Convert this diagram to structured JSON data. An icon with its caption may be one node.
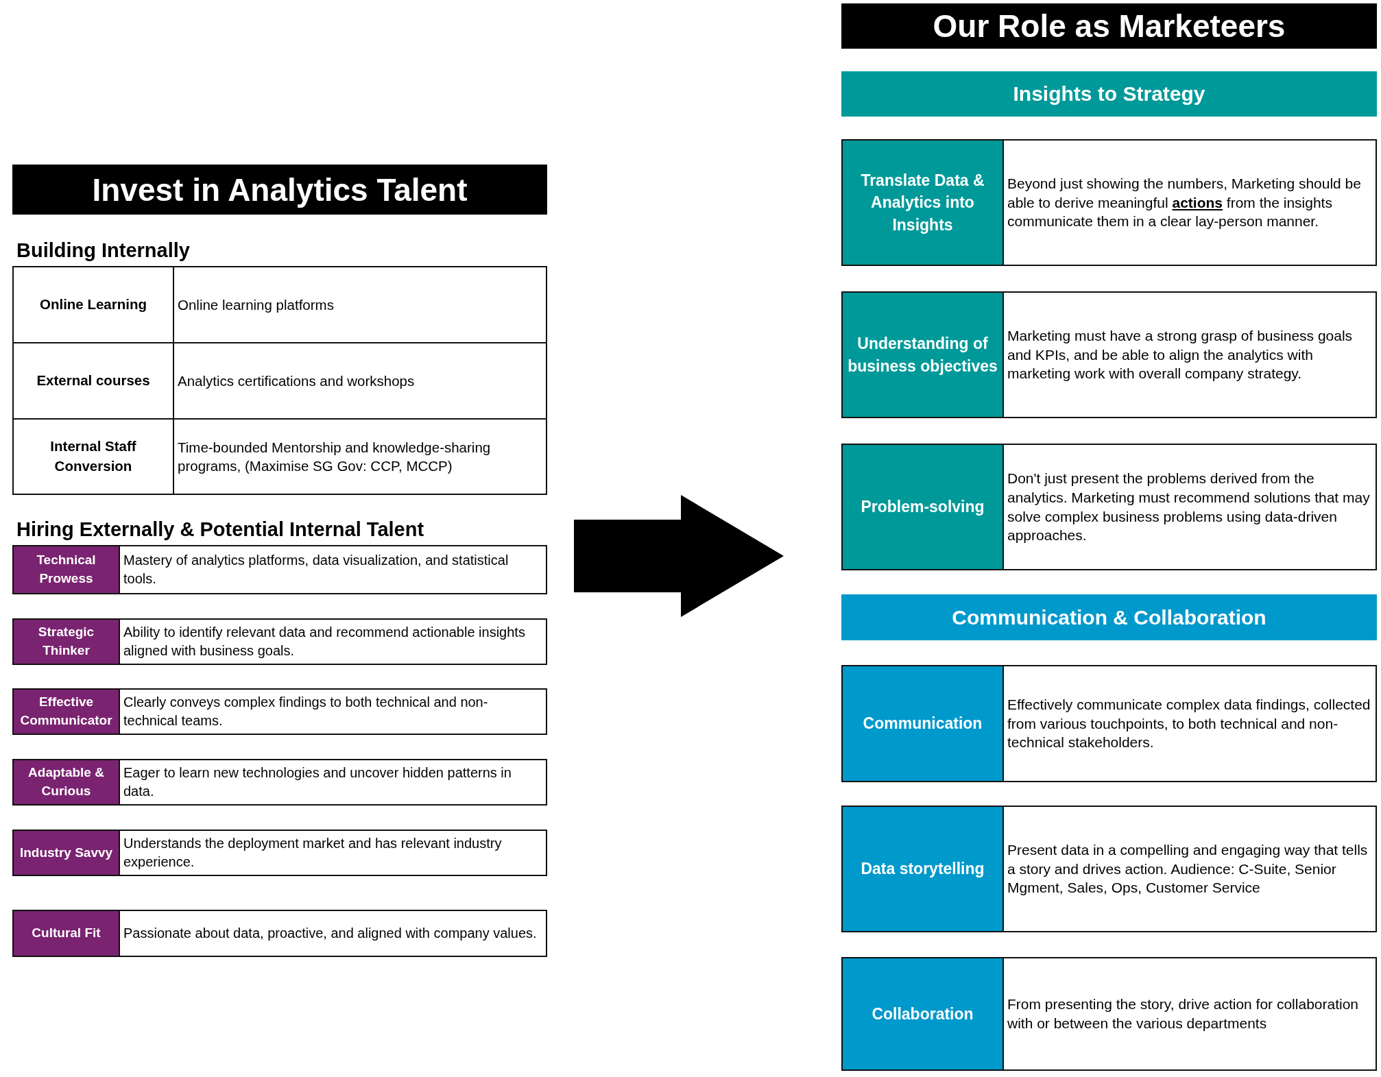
{
  "diagram": {
    "nodes": [
      {
        "text": [
          "Invest in Analytics Talent"
        ]
      },
      {
        "text": [
          "Online Learning",
          "Online learning platforms"
        ]
      },
      {
        "text": [
          "External courses",
          "Analytics certifications and workshops"
        ]
      },
      {
        "text": [
          "Internal Staff Conversion",
          "Time-bounded Mentorship and knowledge-sharing programs, (Maximise SG Gov: CCP, MCCP)"
        ]
      },
      {
        "text": [
          "Technical Prowess",
          "Mastery of analytics platforms, data visualization, and statistical tools."
        ]
      },
      {
        "text": [
          "Strategic Thinker",
          "Ability to identify relevant data and recommend actionable insights aligned with business goals."
        ]
      },
      {
        "text": [
          "Effective Communicator",
          "Clearly conveys complex findings to both technical and non-technical teams."
        ]
      },
      {
        "text": [
          "Adaptable & Curious",
          "Eager to learn new technologies and uncover hidden patterns in data."
        ]
      },
      {
        "text": [
          "Industry Savvy",
          "Understands the deployment market and has relevant industry experience."
        ]
      },
      {
        "text": [
          "Cultural Fit",
          "Passionate about data, proactive, and aligned with company values."
        ]
      },
      {
        "text": [
          "Our Role as Marketeers"
        ]
      },
      {
        "text": [
          "Insights to Strategy"
        ]
      },
      {
        "text": [
          "Translate Data & Analytics into Insights",
          "Beyond just showing the numbers, Marketing should be able to derive meaningful **actions** from the insights communicate them in a clear lay-person manner."
        ]
      },
      {
        "text": [
          "Understanding of business objectives",
          "Marketing must have a strong grasp of business goals and KPIs, and be able to align the analytics with marketing work with overall company strategy."
        ]
      },
      {
        "text": [
          "Problem-solving",
          "Don't just present the problems derived from the analytics. Marketing must recommend solutions that may solve complex business problems using data-driven approaches."
        ]
      },
      {
        "text": [
          "Communication & Collaboration"
        ]
      },
      {
        "text": [
          "Communication",
          "Effectively communicate complex data findings, collected from various touchpoints, to both technical and non-technical stakeholders."
        ]
      },
      {
        "text": [
          "Data storytelling",
          "Present data in a compelling and engaging way that tells a story and drives action. Audience: C-Suite, Senior Mgment, Sales, Ops, Customer Service"
        ]
      },
      {
        "text": [
          "Collaboration",
          "From presenting the story, drive action for collaboration with or between the various departments"
        ]
      }
    ],
    "edges": [
      {
        "from": 4,
        "to": 14,
        "arrow": "to"
      }
    ],
    "labels": [
      "Building Internally",
      "Hiring Externally & Potential Internal Talent"
    ]
  }
}
